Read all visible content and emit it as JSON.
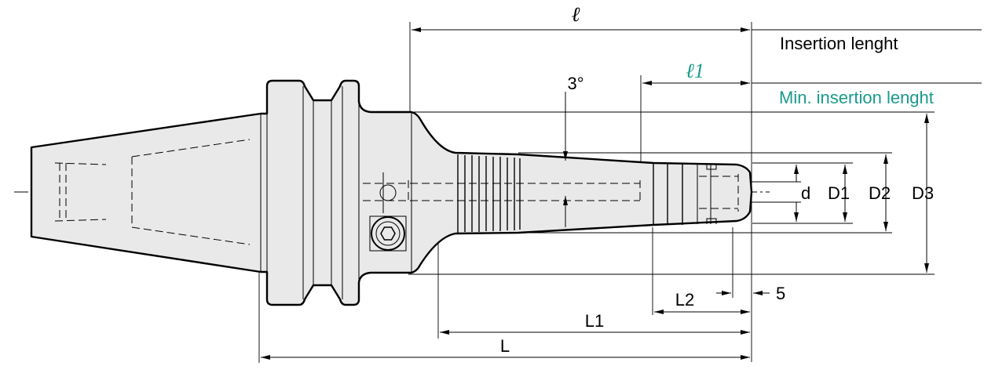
{
  "labels": {
    "l": "ℓ",
    "l1": "ℓ1",
    "insertion_length": "Insertion lenght",
    "min_insertion_length": "Min. insertion lenght",
    "angle": "3°",
    "d": "d",
    "D1": "D1",
    "D2": "D2",
    "D3": "D3",
    "L": "L",
    "L1": "L1",
    "L2": "L2",
    "five": "5"
  },
  "colors": {
    "accent_teal": "#1a9a8c",
    "line": "#000000",
    "body_fill": "#e9e9e9"
  }
}
